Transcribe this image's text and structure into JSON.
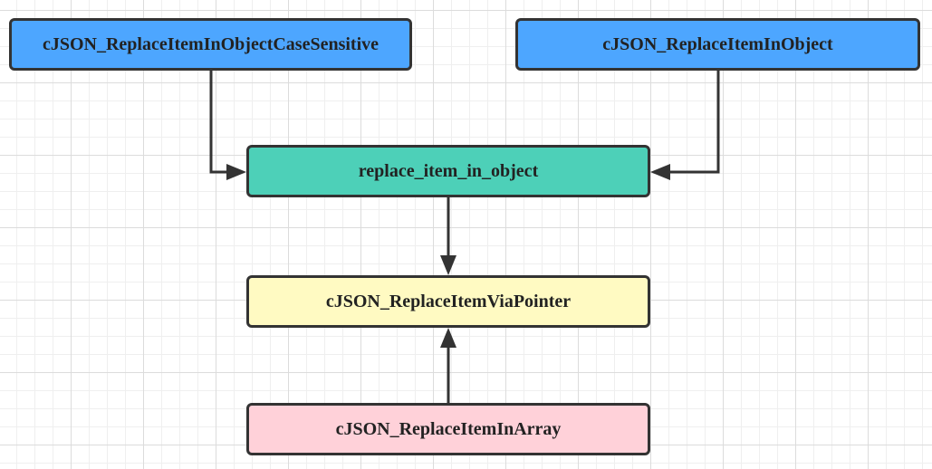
{
  "nodes": [
    {
      "id": "n-rioc",
      "label": "cJSON_ReplaceItemInObjectCaseSensitive",
      "color": "#4da6ff"
    },
    {
      "id": "n-rio",
      "label": "cJSON_ReplaceItemInObject",
      "color": "#4da6ff"
    },
    {
      "id": "n-riio",
      "label": "replace_item_in_object",
      "color": "#4dd0b8"
    },
    {
      "id": "n-rivp",
      "label": "cJSON_ReplaceItemViaPointer",
      "color": "#fffac2"
    },
    {
      "id": "n-riia",
      "label": "cJSON_ReplaceItemInArray",
      "color": "#ffd1d9"
    }
  ],
  "edges": [
    {
      "from": "cJSON_ReplaceItemInObjectCaseSensitive",
      "to": "replace_item_in_object"
    },
    {
      "from": "cJSON_ReplaceItemInObject",
      "to": "replace_item_in_object"
    },
    {
      "from": "replace_item_in_object",
      "to": "cJSON_ReplaceItemViaPointer"
    },
    {
      "from": "cJSON_ReplaceItemInArray",
      "to": "cJSON_ReplaceItemViaPointer"
    }
  ],
  "edge_color": "#333333"
}
